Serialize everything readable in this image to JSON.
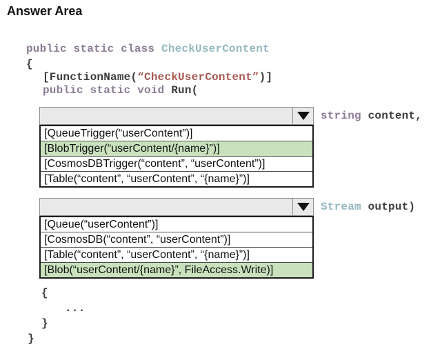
{
  "title": "Answer Area",
  "colors": {
    "keyword": "#8b7c95",
    "class_name": "#94b8c0",
    "string_literal": "#a85a52",
    "code_text": "#3d3d3d",
    "highlight_green": "#c9e2bd",
    "dropdown_fill": "#e9e9e9"
  },
  "icons": {
    "dropdown_arrow": "triangle-down"
  },
  "code": {
    "class_keywords": "public static class ",
    "class_name": "CheckUserContent",
    "class_open_brace": "{",
    "attr_pre": "[FunctionName(",
    "attr_string": "“CheckUserContent”",
    "attr_post": ")]",
    "method_keywords": "public static void ",
    "method_name": "Run(",
    "param1_keyword": "string",
    "param1_rest": " content,",
    "param2_type": "Stream",
    "param2_rest": " output)",
    "body_open_brace": "{",
    "body_ellipsis": "...",
    "body_close_brace": "}",
    "class_close_brace": "}"
  },
  "dropdown1": {
    "options": [
      {
        "label": "[QueueTrigger(“userContent”)]",
        "selected": false
      },
      {
        "label": "[BlobTrigger(“userContent/{name}”)]",
        "selected": true
      },
      {
        "label": "[CosmosDBTrigger(“content”, “userContent”)]",
        "selected": false
      },
      {
        "label": "[Table(“content”, “userContent”, “{name}”)]",
        "selected": false
      }
    ]
  },
  "dropdown2": {
    "options": [
      {
        "label": "[Queue(“userContent”)]",
        "selected": false
      },
      {
        "label": "[CosmosDB(“content”, “userContent”)]",
        "selected": false
      },
      {
        "label": "[Table(“content”, “userContent”, “{name}”)]",
        "selected": false
      },
      {
        "label": "[Blob(“userContent/{name}”, FileAccess.Write)]",
        "selected": true
      }
    ]
  }
}
